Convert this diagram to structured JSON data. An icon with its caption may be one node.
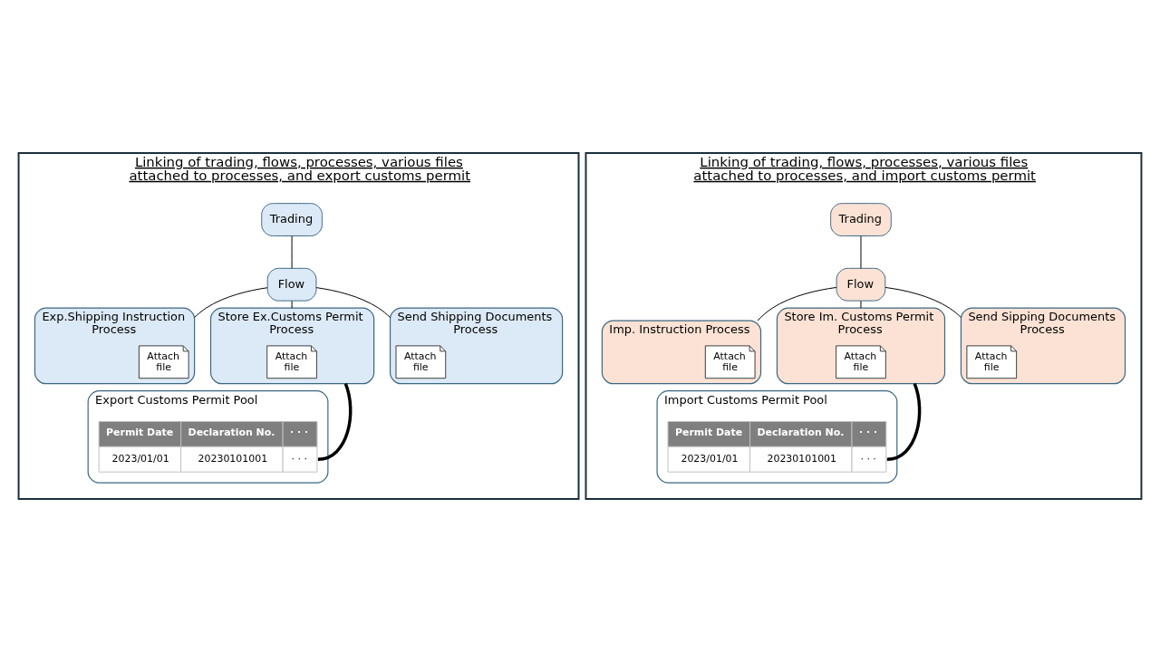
{
  "diagram": {
    "nodes": [
      {
        "text": [
          "Linking of trading, flows, processes, various files attached to processes, and export customs permit"
        ]
      },
      {
        "text": [
          "Trading"
        ],
        "in": 0
      },
      {
        "text": [
          "Flow"
        ],
        "in": 0
      },
      {
        "text": [
          "Exp.Shipping Instruction Process"
        ],
        "in": 0
      },
      {
        "text": [
          "Attach file"
        ],
        "in": 3
      },
      {
        "text": [
          "Store Ex.Customs Permit Process"
        ],
        "in": 0
      },
      {
        "text": [
          "Attach file"
        ],
        "in": 5
      },
      {
        "text": [
          "Send Shipping Documents Process"
        ],
        "in": 0
      },
      {
        "text": [
          "Attach file"
        ],
        "in": 7
      },
      {
        "text": [
          "Export Customs Permit Pool"
        ],
        "in": 0
      },
      {
        "text": [
          "Permit Date",
          "Declaration No.",
          "· · ·",
          "2023/01/01",
          "20230101001",
          "· · ·"
        ],
        "in": 9
      },
      {
        "text": [
          "Linking of trading, flows, processes, various files attached to processes, and import customs permit"
        ]
      },
      {
        "text": [
          "Trading"
        ],
        "in": 11
      },
      {
        "text": [
          "Flow"
        ],
        "in": 11
      },
      {
        "text": [
          "Imp. Instruction Process"
        ],
        "in": 11
      },
      {
        "text": [
          "Attach file"
        ],
        "in": 14
      },
      {
        "text": [
          "Store Im. Customs Permit Process"
        ],
        "in": 11
      },
      {
        "text": [
          "Attach file"
        ],
        "in": 16
      },
      {
        "text": [
          "Send Sipping Documents Process"
        ],
        "in": 11
      },
      {
        "text": [
          "Attach file"
        ],
        "in": 18
      },
      {
        "text": [
          "Import Customs Permit Pool"
        ],
        "in": 11
      },
      {
        "text": [
          "Permit Date",
          "Declaration No.",
          "· · ·",
          "2023/01/01",
          "20230101001",
          "· · ·"
        ],
        "in": 20
      }
    ],
    "edges": [
      {
        "from": 1,
        "to": 2,
        "arrow": "none"
      },
      {
        "from": 2,
        "to": 3,
        "arrow": "none"
      },
      {
        "from": 2,
        "to": 5,
        "arrow": "none"
      },
      {
        "from": 2,
        "to": 7,
        "arrow": "none"
      },
      {
        "from": 5,
        "to": 10,
        "arrow": "none",
        "style": "thick"
      },
      {
        "from": 12,
        "to": 13,
        "arrow": "none"
      },
      {
        "from": 13,
        "to": 14,
        "arrow": "none"
      },
      {
        "from": 13,
        "to": 16,
        "arrow": "none"
      },
      {
        "from": 13,
        "to": 18,
        "arrow": "none"
      },
      {
        "from": 16,
        "to": 21,
        "arrow": "none",
        "style": "thick"
      }
    ]
  }
}
